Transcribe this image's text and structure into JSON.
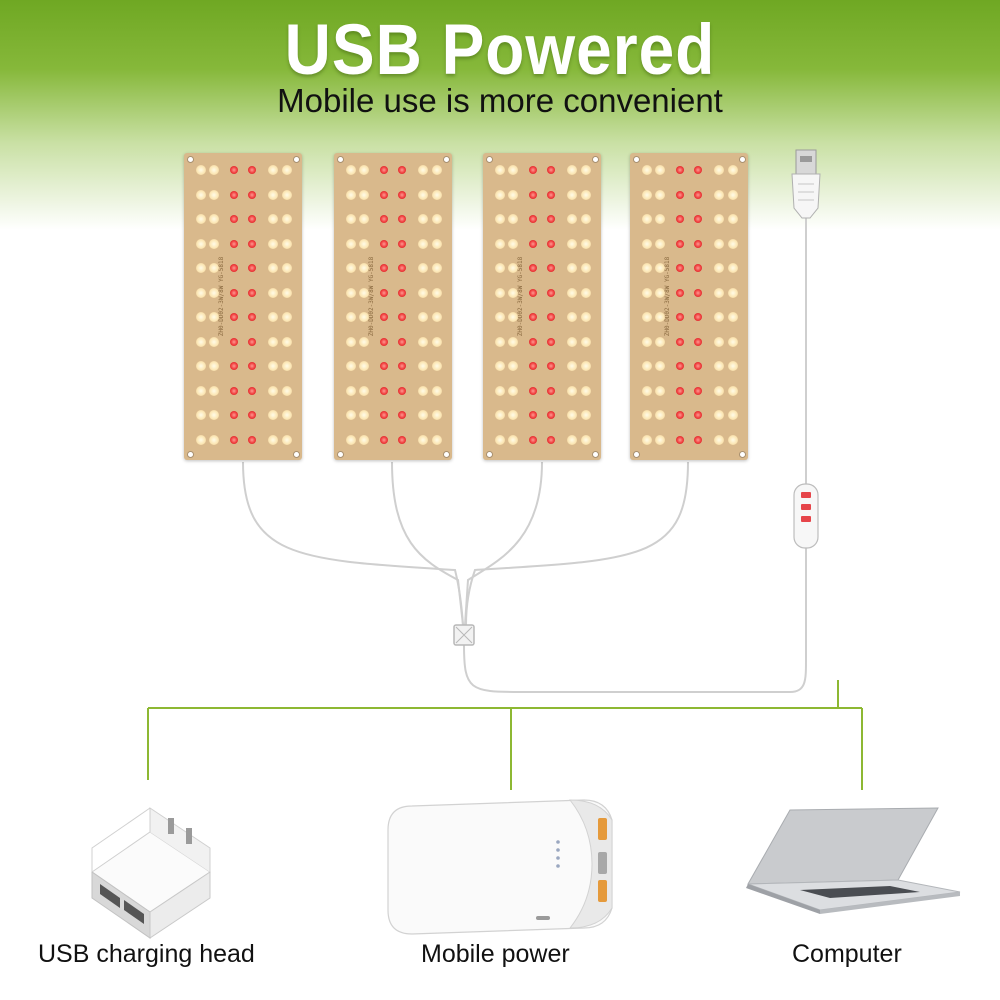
{
  "header": {
    "title": "USB Powered",
    "subtitle": "Mobile use is more convenient"
  },
  "panels": [
    {
      "model_text": "ZH0-DD02-3W/8W  YG-5818"
    },
    {
      "model_text": "ZH0-DD02-3W/8W  YG-5818"
    },
    {
      "model_text": "ZH0-DD02-3W/8W  YG-5818"
    },
    {
      "model_text": "ZH0-DD02-3W/8W  YG-5818"
    }
  ],
  "devices": [
    {
      "label": "USB charging head",
      "icon": "usb-charger-icon"
    },
    {
      "label": "Mobile power",
      "icon": "power-bank-icon"
    },
    {
      "label": "Computer",
      "icon": "laptop-icon"
    }
  ],
  "colors": {
    "header_green": "#6fa823",
    "connector_green": "#8db832",
    "led_warm": "#fce7b6",
    "led_red": "#ef3a3a",
    "panel_board": "#d9b98c",
    "cable": "#cfcfcf"
  }
}
